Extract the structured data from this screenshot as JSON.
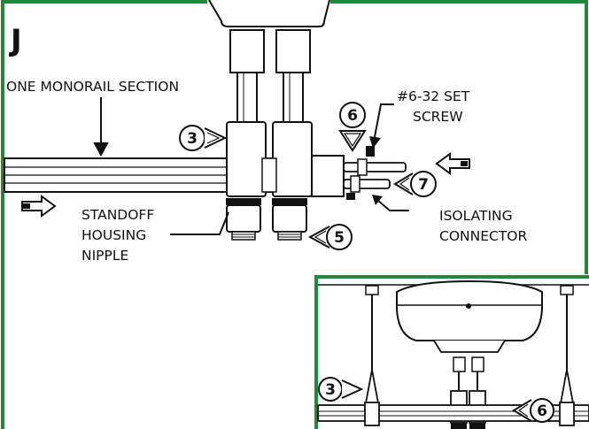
{
  "panel": {
    "letter": "J",
    "border_color": "#1e8a3c"
  },
  "labels": {
    "monorail": "ONE MONORAIL SECTION",
    "set_screw_line1": "#6-32 SET",
    "set_screw_line2": "SCREW",
    "standoff_line1": "STANDOFF",
    "standoff_line2": "HOUSING",
    "standoff_line3": "NIPPLE",
    "isolating_line1": "ISOLATING",
    "isolating_line2": "CONNECTOR"
  },
  "callouts": {
    "main_standoff": "3",
    "main_set_screw": "6",
    "main_connector": "7",
    "main_nipple": "5",
    "inset_standoff": "3",
    "inset_set_screw": "6"
  },
  "icons": {
    "slide_in_right": "slide-arrow-right-icon",
    "slide_in_left": "slide-arrow-left-icon"
  }
}
